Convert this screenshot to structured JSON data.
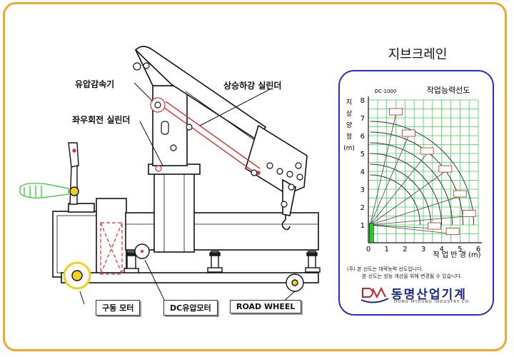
{
  "labels": {
    "hydraulic_reducer": "유압감속기",
    "lift_cylinder": "상승하강 실린더",
    "swing_cylinder": "좌우회전 실린더",
    "drive_motor": "구동 모터",
    "dc_pump_motor": "DC유압모터",
    "road_wheel": "ROAD WHEEL"
  },
  "panel": {
    "title": "지브크레인",
    "model": "DC-1000",
    "chart_title": "작업능력선도",
    "y_title": [
      "지",
      "상",
      "양",
      "정",
      "(m)"
    ],
    "x_title": "작 업 반 경 (m)",
    "note1": "(주) 본 선도는 대략능력 선도입니다.",
    "note2": "본 선도는 성능 개선을 위해 변경될 수 있습니다.",
    "brand_ko": "동명산업기계",
    "brand_en": "DONG MYEUNG INDUSTRY CO.",
    "logo_mark": "DMM"
  },
  "chart_data": {
    "type": "diagram",
    "x_ticks": [
      "0",
      "1",
      "2",
      "3",
      "4",
      "5",
      "6"
    ],
    "y_ticks": [
      "1",
      "2",
      "3",
      "4",
      "5",
      "6",
      "7",
      "8"
    ],
    "xlim": [
      0,
      6
    ],
    "ylim": [
      0,
      8
    ],
    "grid": true
  },
  "colors": {
    "frame": "#f2a830",
    "panel_border": "#2a2ad0",
    "grid": "#3dd64a",
    "cylinder": "#e03030",
    "handle": "#22cc22",
    "wheel_hub": "#f0d020"
  }
}
